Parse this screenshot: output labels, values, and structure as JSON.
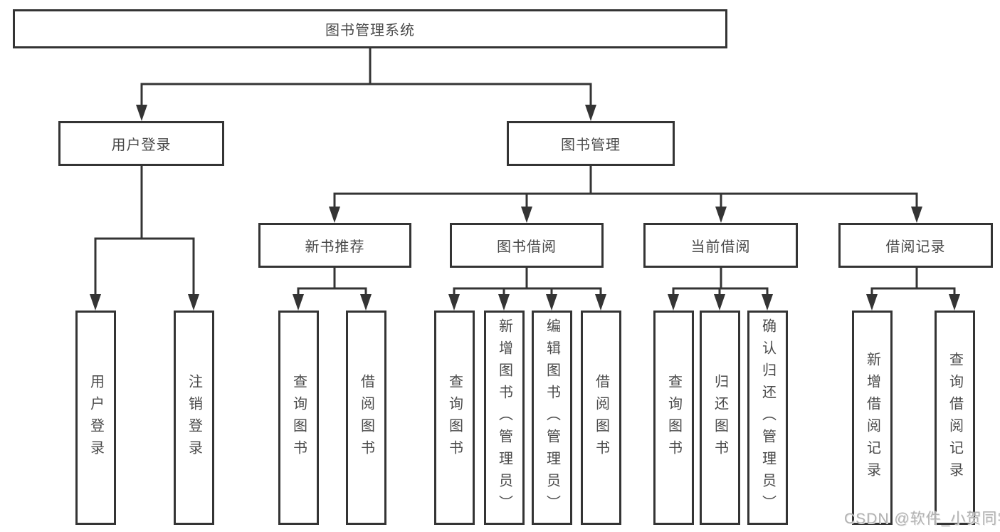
{
  "root": {
    "label": "图书管理系统"
  },
  "level2": [
    {
      "label": "用户登录",
      "children": [
        {
          "label": "用户登录"
        },
        {
          "label": "注销登录"
        }
      ]
    },
    {
      "label": "图书管理",
      "children": [
        {
          "label": "新书推荐",
          "children": [
            {
              "label": "查询图书"
            },
            {
              "label": "借阅图书"
            }
          ]
        },
        {
          "label": "图书借阅",
          "children": [
            {
              "label": "查询图书"
            },
            {
              "label": "新增图书（管理员）"
            },
            {
              "label": "编辑图书（管理员）"
            },
            {
              "label": "借阅图书"
            }
          ]
        },
        {
          "label": "当前借阅",
          "children": [
            {
              "label": "查询图书"
            },
            {
              "label": "归还图书"
            },
            {
              "label": "确认归还（管理员）"
            }
          ]
        },
        {
          "label": "借阅记录",
          "children": [
            {
              "label": "新增借阅记录"
            },
            {
              "label": "查询借阅记录"
            }
          ]
        }
      ]
    }
  ],
  "watermark": {
    "text": "CSDN @软件_小贺同学"
  },
  "colors": {
    "line": "#343434",
    "text": "#4a4a4a",
    "watermark": "#b2b2b2",
    "background": "#ffffff"
  }
}
